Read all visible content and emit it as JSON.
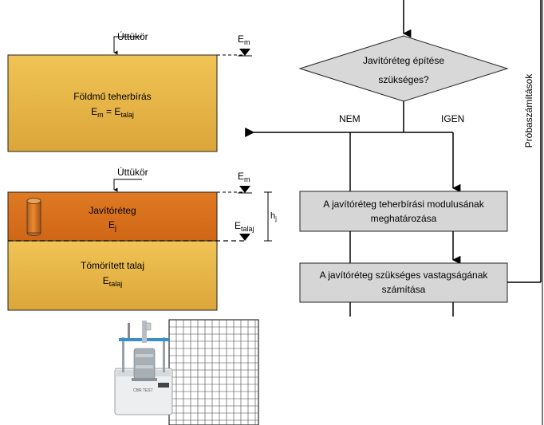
{
  "top_section": {
    "road_surface": "Úttükör",
    "e_symbol": "E",
    "e_sub": "m",
    "box_line1": "Földmű teherbírás",
    "box_line2_a": "E",
    "box_line2_a_sub": "m",
    "box_line2_eq": " = E",
    "box_line2_b_sub": "talaj"
  },
  "bottom_section": {
    "road_surface": "Úttükör",
    "e_symbol": "E",
    "e_sub": "m",
    "layer_title": "Javítóréteg",
    "layer_e": "E",
    "layer_e_sub": "j",
    "e_talaj": "E",
    "e_talaj_sub": "talaj",
    "h": "h",
    "h_sub": "j",
    "soil_title": "Tömörített talaj",
    "soil_e": "E",
    "soil_e_sub": "talaj"
  },
  "flowchart": {
    "decision_line1": "Javítóréteg építése",
    "decision_line2": "szükséges?",
    "no_label": "NEM",
    "yes_label": "IGEN",
    "step1_line1": "A javítóréteg teherbírási modulusának",
    "step1_line2": "meghatározása",
    "step2_line1": "A javítóréteg szükséges vastagságának",
    "step2_line2": "számítása",
    "side_label": "Próbaszámítások"
  },
  "device": {
    "label": "CBR TEST"
  },
  "colors": {
    "soil_gold": "#e2b242",
    "layer_orange": "#d9701c",
    "flow_box": "#d6d6d6"
  }
}
